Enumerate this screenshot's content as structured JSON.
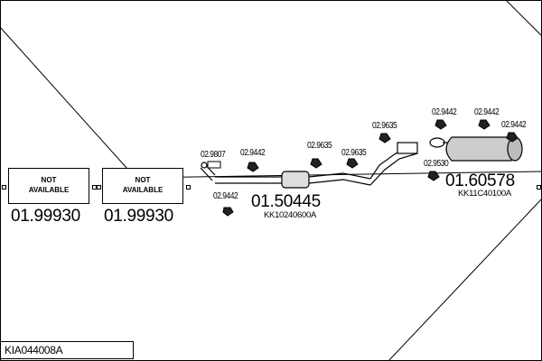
{
  "title": "KIA044008A",
  "sections": [
    {
      "number": "01.99930",
      "box_text": [
        "NOT",
        "AVAILABLE"
      ]
    },
    {
      "number": "01.99930",
      "box_text": [
        "NOT",
        "AVAILABLE"
      ]
    },
    {
      "number": "01.50445",
      "code": "KK10240600A"
    },
    {
      "number": "01.60578",
      "code": "KK11C40100A"
    }
  ],
  "part_labels": {
    "p1": "02.9807",
    "p2": "02.9442",
    "p3": "02.9442",
    "p4": "02.9635",
    "p5": "02.9635",
    "p6": "02.9635",
    "p7": "02.9442",
    "p8": "02.9442",
    "p9": "02.9442",
    "p10": "02.9530"
  }
}
